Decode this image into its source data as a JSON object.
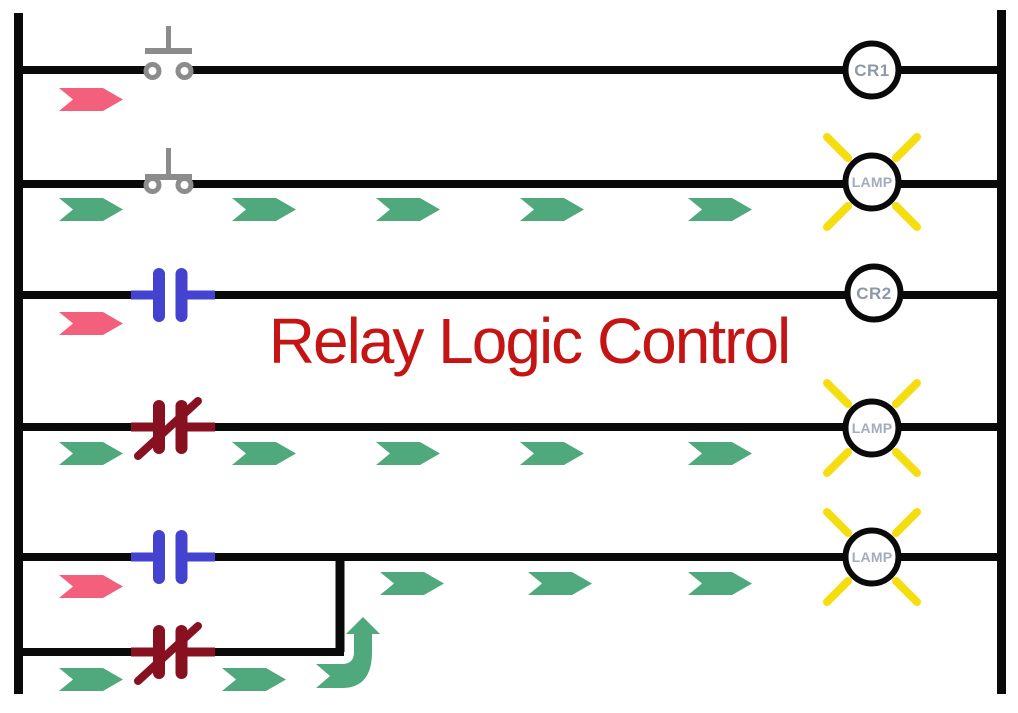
{
  "title": {
    "text": "Relay Logic Control"
  },
  "colors": {
    "wire": "#0a0a0a",
    "flow_arrow_green": "#4fa97c",
    "no_flow_arrow_pink": "#f2607b",
    "no_contact_blue": "#4343cf",
    "nc_contact_maroon": "#871021",
    "lamp_ray_yellow": "#f6dd10",
    "pushbutton_gray": "#8c8c8c",
    "title_red": "#c41414",
    "coil_label_gray": "#8f98a8",
    "lamp_label_gray": "#a3abbd"
  },
  "rungs": [
    {
      "name": "rung-1",
      "input": {
        "type": "pushbutton-normally-open",
        "state": "released"
      },
      "output": {
        "type": "relay-coil",
        "label": "CR1",
        "energized": false
      },
      "current_flow": false
    },
    {
      "name": "rung-2",
      "input": {
        "type": "pushbutton-normally-open",
        "state": "pressed"
      },
      "output": {
        "type": "lamp",
        "label": "LAMP",
        "energized": true
      },
      "current_flow": true
    },
    {
      "name": "rung-3",
      "input": {
        "type": "relay-contact-normally-open",
        "state": "open"
      },
      "output": {
        "type": "relay-coil",
        "label": "CR2",
        "energized": false
      },
      "current_flow": false
    },
    {
      "name": "rung-4",
      "input": {
        "type": "relay-contact-normally-closed",
        "state": "closed"
      },
      "output": {
        "type": "lamp",
        "label": "LAMP",
        "energized": true
      },
      "current_flow": true
    },
    {
      "name": "rung-5",
      "input": {
        "type": "relay-contact-normally-open",
        "state": "open"
      },
      "branch_input": {
        "type": "relay-contact-normally-closed",
        "state": "closed"
      },
      "output": {
        "type": "lamp",
        "label": "LAMP",
        "energized": true
      },
      "current_flow": true
    }
  ]
}
